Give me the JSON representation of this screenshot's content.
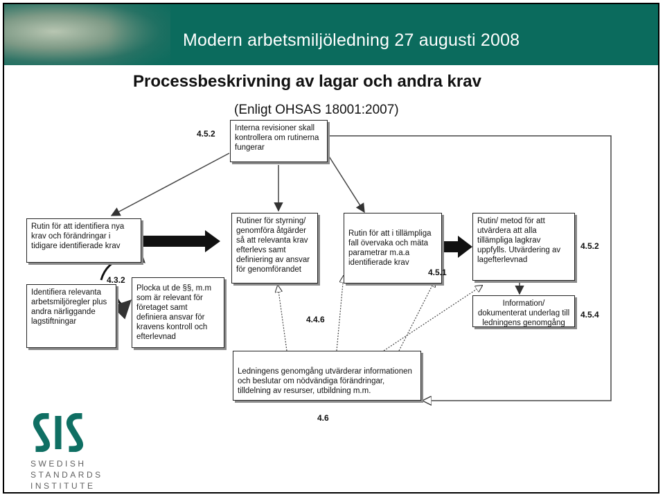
{
  "header": {
    "banner_title": "Modern arbetsmiljöledning 27 augusti 2008"
  },
  "title": "Processbeskrivning av lagar och andra krav",
  "subtitle": "(Enligt OHSAS 18001:2007)",
  "labels": {
    "n452": "4.5.2",
    "n432": "4.3.2",
    "n446": "4.4.6",
    "n451": "4.5.1",
    "n455": "4.5.2",
    "n454": "4.5.4",
    "n46": "4.6"
  },
  "boxes": {
    "internal_audit": "Interna revisioner skall kontrollera om rutinerna fungerar",
    "routine_identify": "Rutin för att identifiera nya krav och förändringar i tidigare identifierade krav",
    "identify_relevant": "Identifiera relevanta arbetsmiljöregler plus andra närliggande lagstiftningar",
    "plocka": "Plocka ut de §§, m.m som är relevant för företaget samt definiera ansvar för kravens kontroll och efterlevnad",
    "routines_control": "Rutiner för styrning/ genomföra åtgärder så att relevanta krav efterlevs samt definiering av ansvar för genomförandet",
    "routine_monitor": "Rutin för att i tillämpliga fall övervaka och mäta parametrar m.a.a identifierade krav",
    "routine_method": "Rutin/ metod för att utvärdera att alla tillämpliga lagkrav uppfylls. Utvärdering av lagefterlevnad",
    "information": "Information/ dokumenterat underlag till ledningens genomgång",
    "management_review": "Ledningens genomgång utvärderar informationen och beslutar om nödvändiga förändringar, tilldelning av resurser, utbildning m.m."
  },
  "logo": {
    "line1": "SWEDISH",
    "line2": "STANDARDS",
    "line3": "INSTITUTE"
  },
  "colors": {
    "banner": "#0b6b5d",
    "logo": "#0f6f63"
  }
}
